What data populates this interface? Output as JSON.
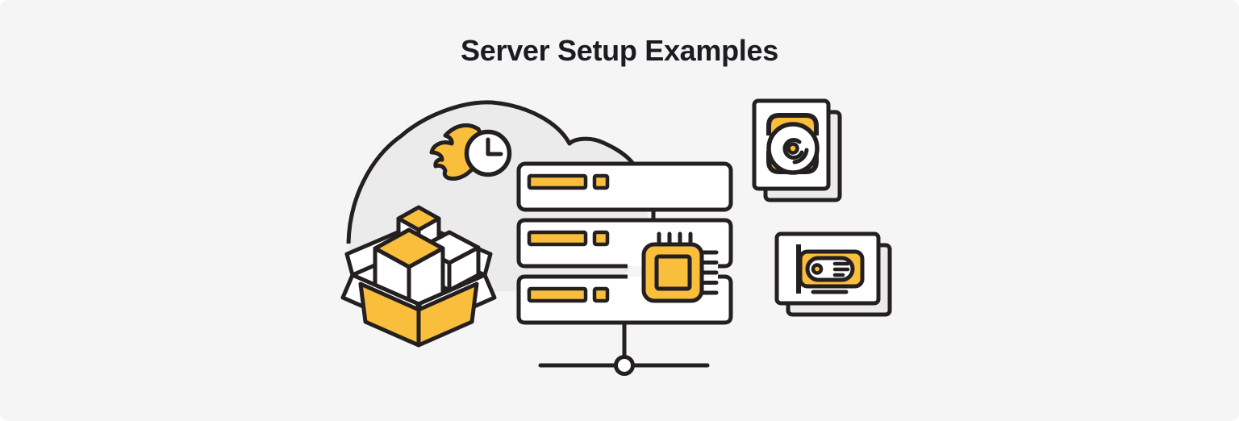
{
  "header": {
    "title": "Server Setup Examples"
  },
  "theme": {
    "page-bg": "#ffffff",
    "card-bg": "#f5f5f6",
    "surface": "#ffffff",
    "cloud-fill": "#ebebec",
    "outline": "#241f21",
    "accent-yellow": "#f9be3c",
    "back-card-fill": "#ebebec",
    "title-color": "#1c1c20"
  },
  "illustration": {
    "icons": [
      {
        "name": "cloud-shape"
      },
      {
        "name": "speed-clock-icon"
      },
      {
        "name": "package-box-icon"
      },
      {
        "name": "server-rack"
      },
      {
        "name": "cpu-chip-icon"
      },
      {
        "name": "network-node-icon"
      },
      {
        "name": "disk-drive-card-icon"
      },
      {
        "name": "expansion-card-icon"
      }
    ]
  }
}
